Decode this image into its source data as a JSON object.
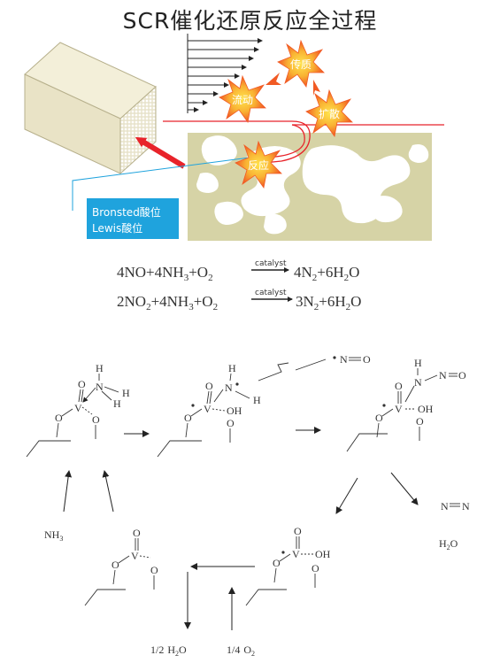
{
  "title": "SCR催化还原反应全过程",
  "bursts": {
    "transfer": "传质",
    "flow": "流动",
    "diffuse": "扩散",
    "react": "反应"
  },
  "callout": {
    "line1": "Bronsted酸位",
    "line2": "Lewis酸位"
  },
  "equations": {
    "catalyst": "catalyst",
    "eq1": {
      "r1": "4NO+4NH",
      "r1sub": "3",
      "r2": "+O",
      "r2sub": "2",
      "p1": "4N",
      "p1sub": "2",
      "p2": "+6H",
      "p2sub": "2",
      "p3": "O"
    },
    "eq2": {
      "r1": "2NO",
      "r1sub": "2",
      "r2": "+4NH",
      "r2sub": "3",
      "r3": "+O",
      "r3sub": "2",
      "p1": "3N",
      "p1sub": "2",
      "p2": "+6H",
      "p2sub": "2",
      "p3": "O"
    }
  },
  "mechanism": {
    "O": "O",
    "V": "V",
    "N": "N",
    "H": "H",
    "OH": "OH",
    "NO": "N",
    "NO_O": "O",
    "N2": "N",
    "nh3": {
      "base": "NH",
      "sub": "3"
    },
    "h2o": {
      "a": "H",
      "sub": "2",
      "b": "O"
    },
    "half_h2o": {
      "coef": "1/2",
      "a": "H",
      "sub": "2",
      "b": "O"
    },
    "quarter_o2": {
      "coef": "1/4",
      "a": "O",
      "sub": "2"
    }
  },
  "colors": {
    "tan": "#d6d3a6",
    "callout_blue": "#1fa3dd",
    "arrow_red": "#e8232a",
    "burst_orange": "#f7941d",
    "burst_yellow": "#ffe34d"
  }
}
